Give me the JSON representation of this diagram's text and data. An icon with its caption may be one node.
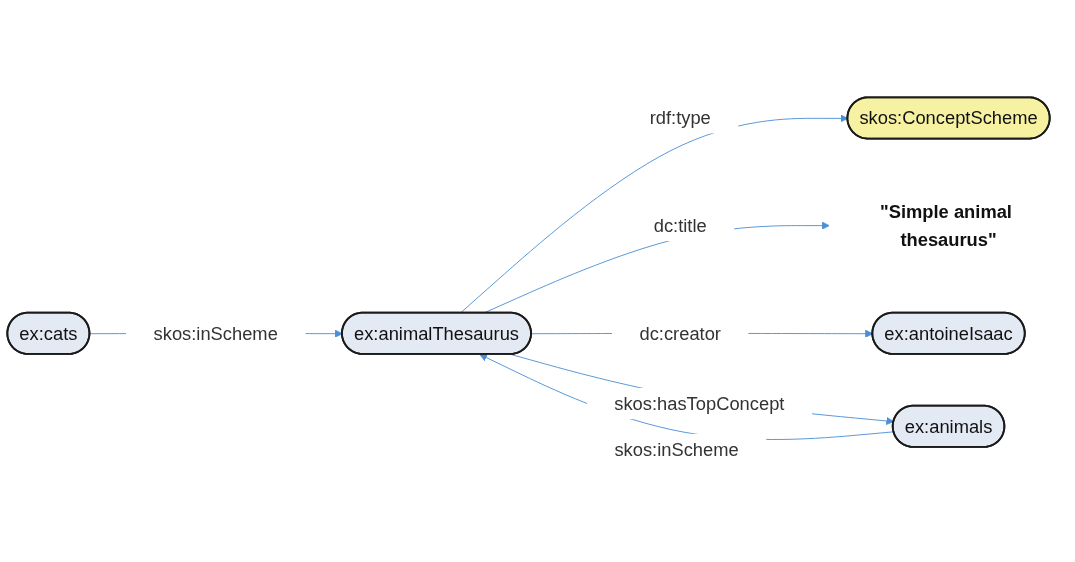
{
  "diagram": {
    "nodes": [
      {
        "text": [
          "skos:ConceptScheme"
        ]
      },
      {
        "text": [
          "ex:animalThesaurus"
        ]
      },
      {
        "text": [
          "\"Simple animal thesaurus\""
        ]
      },
      {
        "text": [
          "ex:antoineIsaac"
        ]
      },
      {
        "text": [
          "ex:animals"
        ]
      },
      {
        "text": [
          "ex:cats"
        ]
      }
    ],
    "edges": [
      {
        "from": 1,
        "to": 0,
        "arrow": "to",
        "label": "rdf:type"
      },
      {
        "from": 1,
        "to": 2,
        "arrow": "to",
        "label": "dc:title"
      },
      {
        "from": 1,
        "to": 3,
        "arrow": "to",
        "label": "dc:creator"
      },
      {
        "from": 1,
        "to": 4,
        "arrow": "to",
        "label": "skos:hasTopConcept"
      },
      {
        "from": 4,
        "to": 1,
        "arrow": "to",
        "label": "skos:inScheme"
      },
      {
        "from": 5,
        "to": 1,
        "arrow": "to",
        "label": "skos:inScheme"
      }
    ]
  }
}
